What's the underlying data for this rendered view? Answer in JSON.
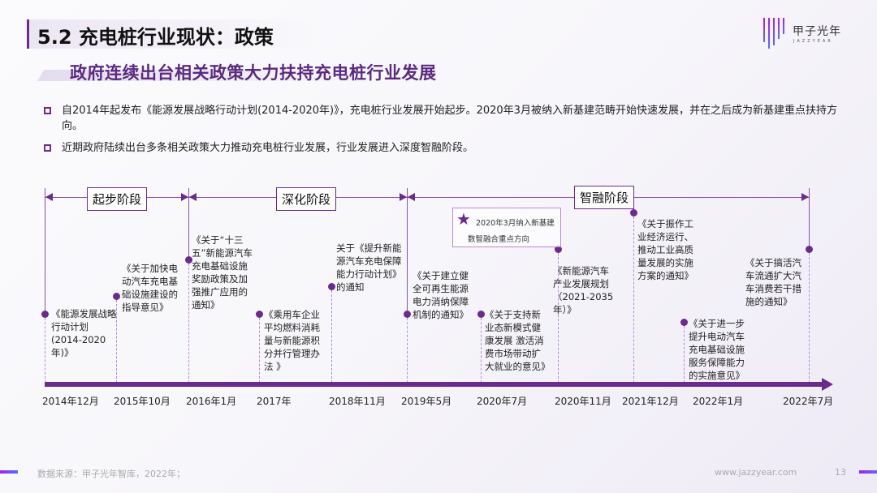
{
  "header": {
    "title": "5.2 充电桩行业现状：政策",
    "subtitle": "政府连续出台相关政策大力扶持充电桩行业发展"
  },
  "logo": {
    "cn": "甲子光年",
    "en": "JAZZYEAR"
  },
  "bullets": [
    "自2014年起发布《能源发展战略行动计划(2014-2020年)》，充电桩行业发展开始起步。2020年3月被纳入新基建范畴开始快速发展，并在之后成为新基建重点扶持方向。",
    "近期政府陆续出台多条相关政策大力推动充电桩行业发展，行业发展进入深度智融阶段。"
  ],
  "phases": [
    "起步阶段",
    "深化阶段",
    "智融阶段"
  ],
  "highlight": {
    "icon": "star-icon",
    "line1": "2020年3月纳入新基建",
    "line2": "数智融合重点方向"
  },
  "events": [
    {
      "date": "2014年12月",
      "text": "《能源发展战略行动计划(2014-2020年)》"
    },
    {
      "date": "2015年10月",
      "text": "《关于加快电动汽车充电基础设施建设的指导意见》"
    },
    {
      "date": "2016年1月",
      "text": "《关于“十三五”新能源汽车充电基础设施奖励政策及加强推广应用的通知》"
    },
    {
      "date": "2017年",
      "text": "《乘用车企业平均燃料消耗量与新能源积分并行管理办法 》"
    },
    {
      "date": "2018年11月",
      "text": "关于《提升新能源汽车充电保障能力行动计划》的通知"
    },
    {
      "date": "2019年5月",
      "text": "《关于建立健全可再生能源电力消纳保障机制的通知》"
    },
    {
      "date": "2020年7月",
      "text": "《关于支持新业态新模式健康发展  激活消费市场带动扩大就业的意见》"
    },
    {
      "date": "2020年11月",
      "text": "《新能源汽车产业发展规划（2021-2035年）》"
    },
    {
      "date": "2021年12月",
      "text": "《关于振作工业经济运行、推动工业高质量发展的实施方案的通知》"
    },
    {
      "date": "2022年1月",
      "text": "《关于进一步提升电动汽车充电基础设施服务保障能力的实施意见》"
    },
    {
      "date": "2022年7月",
      "text": "《关于搞活汽车流通扩大汽车消费若干措施的通知》"
    }
  ],
  "footer": {
    "source": "数据来源：甲子光年智库，2022年；",
    "url": "www.jazzyear.com",
    "page": "13"
  },
  "colors": {
    "accent": "#6b2a8f"
  }
}
